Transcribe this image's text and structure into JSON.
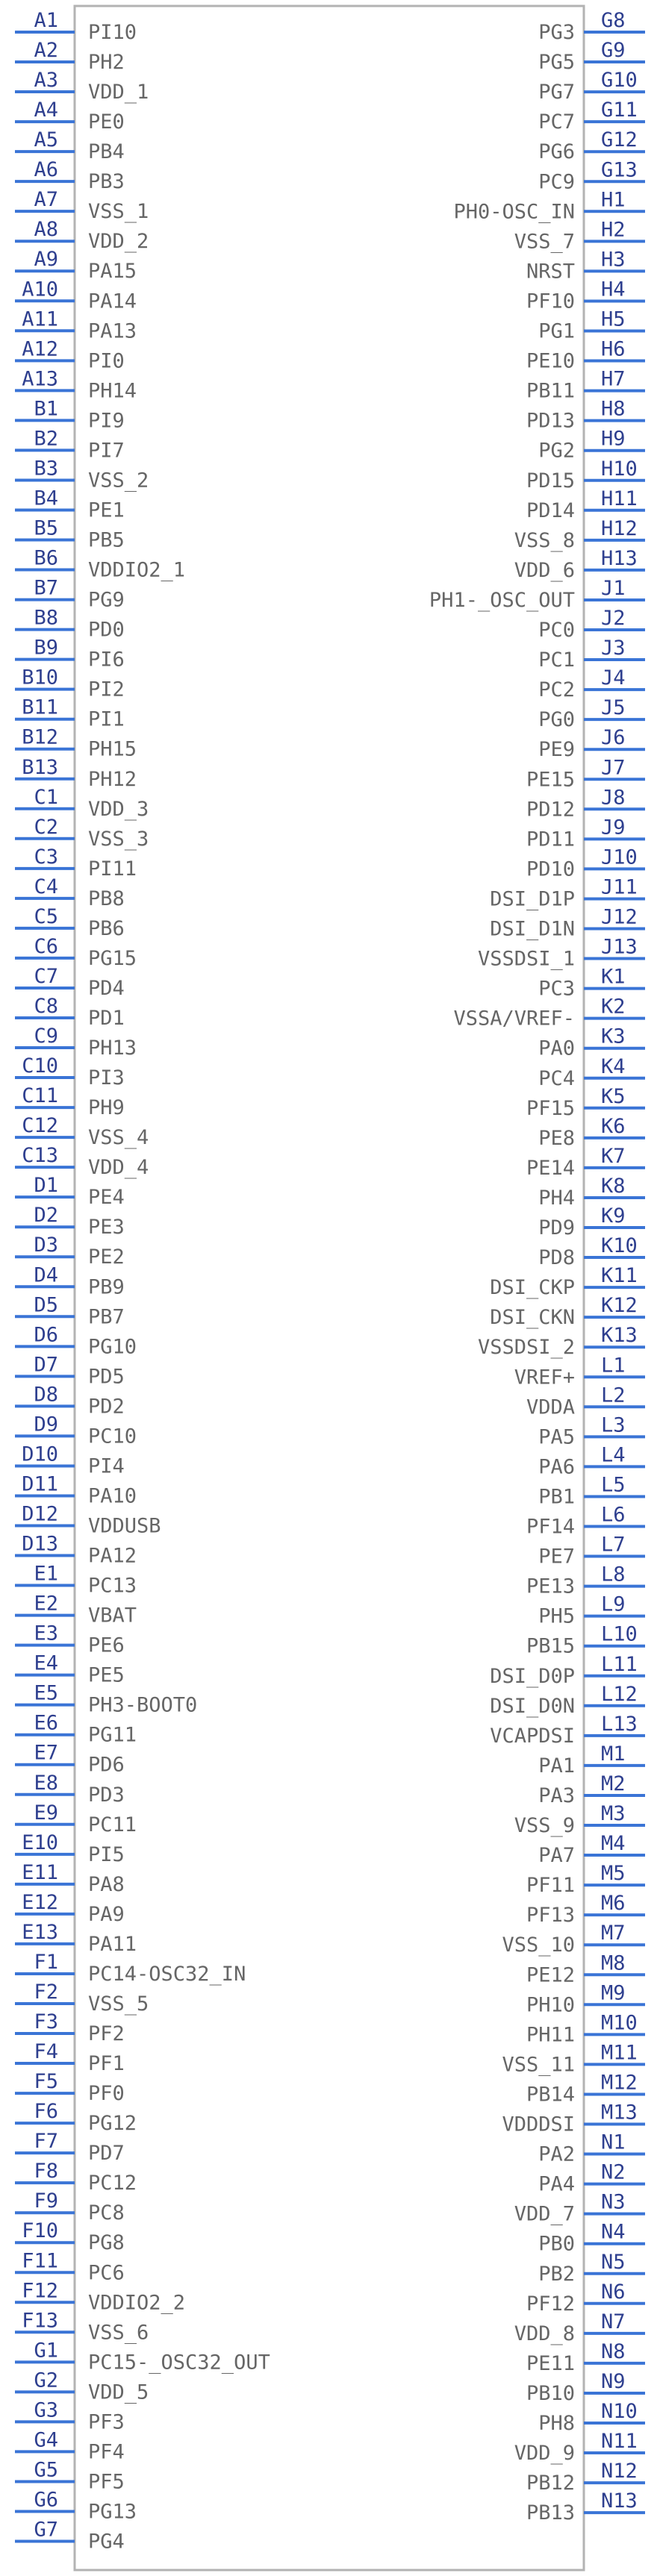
{
  "left_pins": [
    {
      "num": "A1",
      "label": "PI10"
    },
    {
      "num": "A2",
      "label": "PH2"
    },
    {
      "num": "A3",
      "label": "VDD_1"
    },
    {
      "num": "A4",
      "label": "PE0"
    },
    {
      "num": "A5",
      "label": "PB4"
    },
    {
      "num": "A6",
      "label": "PB3"
    },
    {
      "num": "A7",
      "label": "VSS_1"
    },
    {
      "num": "A8",
      "label": "VDD_2"
    },
    {
      "num": "A9",
      "label": "PA15"
    },
    {
      "num": "A10",
      "label": "PA14"
    },
    {
      "num": "A11",
      "label": "PA13"
    },
    {
      "num": "A12",
      "label": "PI0"
    },
    {
      "num": "A13",
      "label": "PH14"
    },
    {
      "num": "B1",
      "label": "PI9"
    },
    {
      "num": "B2",
      "label": "PI7"
    },
    {
      "num": "B3",
      "label": "VSS_2"
    },
    {
      "num": "B4",
      "label": "PE1"
    },
    {
      "num": "B5",
      "label": "PB5"
    },
    {
      "num": "B6",
      "label": "VDDIO2_1"
    },
    {
      "num": "B7",
      "label": "PG9"
    },
    {
      "num": "B8",
      "label": "PD0"
    },
    {
      "num": "B9",
      "label": "PI6"
    },
    {
      "num": "B10",
      "label": "PI2"
    },
    {
      "num": "B11",
      "label": "PI1"
    },
    {
      "num": "B12",
      "label": "PH15"
    },
    {
      "num": "B13",
      "label": "PH12"
    },
    {
      "num": "C1",
      "label": "VDD_3"
    },
    {
      "num": "C2",
      "label": "VSS_3"
    },
    {
      "num": "C3",
      "label": "PI11"
    },
    {
      "num": "C4",
      "label": "PB8"
    },
    {
      "num": "C5",
      "label": "PB6"
    },
    {
      "num": "C6",
      "label": "PG15"
    },
    {
      "num": "C7",
      "label": "PD4"
    },
    {
      "num": "C8",
      "label": "PD1"
    },
    {
      "num": "C9",
      "label": "PH13"
    },
    {
      "num": "C10",
      "label": "PI3"
    },
    {
      "num": "C11",
      "label": "PH9"
    },
    {
      "num": "C12",
      "label": "VSS_4"
    },
    {
      "num": "C13",
      "label": "VDD_4"
    },
    {
      "num": "D1",
      "label": "PE4"
    },
    {
      "num": "D2",
      "label": "PE3"
    },
    {
      "num": "D3",
      "label": "PE2"
    },
    {
      "num": "D4",
      "label": "PB9"
    },
    {
      "num": "D5",
      "label": "PB7"
    },
    {
      "num": "D6",
      "label": "PG10"
    },
    {
      "num": "D7",
      "label": "PD5"
    },
    {
      "num": "D8",
      "label": "PD2"
    },
    {
      "num": "D9",
      "label": "PC10"
    },
    {
      "num": "D10",
      "label": "PI4"
    },
    {
      "num": "D11",
      "label": "PA10"
    },
    {
      "num": "D12",
      "label": "VDDUSB"
    },
    {
      "num": "D13",
      "label": "PA12"
    },
    {
      "num": "E1",
      "label": "PC13"
    },
    {
      "num": "E2",
      "label": "VBAT"
    },
    {
      "num": "E3",
      "label": "PE6"
    },
    {
      "num": "E4",
      "label": "PE5"
    },
    {
      "num": "E5",
      "label": "PH3-BOOT0"
    },
    {
      "num": "E6",
      "label": "PG11"
    },
    {
      "num": "E7",
      "label": "PD6"
    },
    {
      "num": "E8",
      "label": "PD3"
    },
    {
      "num": "E9",
      "label": "PC11"
    },
    {
      "num": "E10",
      "label": "PI5"
    },
    {
      "num": "E11",
      "label": "PA8"
    },
    {
      "num": "E12",
      "label": "PA9"
    },
    {
      "num": "E13",
      "label": "PA11"
    },
    {
      "num": "F1",
      "label": "PC14-OSC32_IN"
    },
    {
      "num": "F2",
      "label": "VSS_5"
    },
    {
      "num": "F3",
      "label": "PF2"
    },
    {
      "num": "F4",
      "label": "PF1"
    },
    {
      "num": "F5",
      "label": "PF0"
    },
    {
      "num": "F6",
      "label": "PG12"
    },
    {
      "num": "F7",
      "label": "PD7"
    },
    {
      "num": "F8",
      "label": "PC12"
    },
    {
      "num": "F9",
      "label": "PC8"
    },
    {
      "num": "F10",
      "label": "PG8"
    },
    {
      "num": "F11",
      "label": "PC6"
    },
    {
      "num": "F12",
      "label": "VDDIO2_2"
    },
    {
      "num": "F13",
      "label": "VSS_6"
    },
    {
      "num": "G1",
      "label": "PC15-_OSC32_OUT"
    },
    {
      "num": "G2",
      "label": "VDD_5"
    },
    {
      "num": "G3",
      "label": "PF3"
    },
    {
      "num": "G4",
      "label": "PF4"
    },
    {
      "num": "G5",
      "label": "PF5"
    },
    {
      "num": "G6",
      "label": "PG13"
    },
    {
      "num": "G7",
      "label": "PG4"
    }
  ],
  "right_pins": [
    {
      "num": "G8",
      "label": "PG3"
    },
    {
      "num": "G9",
      "label": "PG5"
    },
    {
      "num": "G10",
      "label": "PG7"
    },
    {
      "num": "G11",
      "label": "PC7"
    },
    {
      "num": "G12",
      "label": "PG6"
    },
    {
      "num": "G13",
      "label": "PC9"
    },
    {
      "num": "H1",
      "label": "PH0-OSC_IN"
    },
    {
      "num": "H2",
      "label": "VSS_7"
    },
    {
      "num": "H3",
      "label": "NRST"
    },
    {
      "num": "H4",
      "label": "PF10"
    },
    {
      "num": "H5",
      "label": "PG1"
    },
    {
      "num": "H6",
      "label": "PE10"
    },
    {
      "num": "H7",
      "label": "PB11"
    },
    {
      "num": "H8",
      "label": "PD13"
    },
    {
      "num": "H9",
      "label": "PG2"
    },
    {
      "num": "H10",
      "label": "PD15"
    },
    {
      "num": "H11",
      "label": "PD14"
    },
    {
      "num": "H12",
      "label": "VSS_8"
    },
    {
      "num": "H13",
      "label": "VDD_6"
    },
    {
      "num": "J1",
      "label": "PH1-_OSC_OUT"
    },
    {
      "num": "J2",
      "label": "PC0"
    },
    {
      "num": "J3",
      "label": "PC1"
    },
    {
      "num": "J4",
      "label": "PC2"
    },
    {
      "num": "J5",
      "label": "PG0"
    },
    {
      "num": "J6",
      "label": "PE9"
    },
    {
      "num": "J7",
      "label": "PE15"
    },
    {
      "num": "J8",
      "label": "PD12"
    },
    {
      "num": "J9",
      "label": "PD11"
    },
    {
      "num": "J10",
      "label": "PD10"
    },
    {
      "num": "J11",
      "label": "DSI_D1P"
    },
    {
      "num": "J12",
      "label": "DSI_D1N"
    },
    {
      "num": "J13",
      "label": "VSSDSI_1"
    },
    {
      "num": "K1",
      "label": "PC3"
    },
    {
      "num": "K2",
      "label": "VSSA/VREF-"
    },
    {
      "num": "K3",
      "label": "PA0"
    },
    {
      "num": "K4",
      "label": "PC4"
    },
    {
      "num": "K5",
      "label": "PF15"
    },
    {
      "num": "K6",
      "label": "PE8"
    },
    {
      "num": "K7",
      "label": "PE14"
    },
    {
      "num": "K8",
      "label": "PH4"
    },
    {
      "num": "K9",
      "label": "PD9"
    },
    {
      "num": "K10",
      "label": "PD8"
    },
    {
      "num": "K11",
      "label": "DSI_CKP"
    },
    {
      "num": "K12",
      "label": "DSI_CKN"
    },
    {
      "num": "K13",
      "label": "VSSDSI_2"
    },
    {
      "num": "L1",
      "label": "VREF+"
    },
    {
      "num": "L2",
      "label": "VDDA"
    },
    {
      "num": "L3",
      "label": "PA5"
    },
    {
      "num": "L4",
      "label": "PA6"
    },
    {
      "num": "L5",
      "label": "PB1"
    },
    {
      "num": "L6",
      "label": "PF14"
    },
    {
      "num": "L7",
      "label": "PE7"
    },
    {
      "num": "L8",
      "label": "PE13"
    },
    {
      "num": "L9",
      "label": "PH5"
    },
    {
      "num": "L10",
      "label": "PB15"
    },
    {
      "num": "L11",
      "label": "DSI_D0P"
    },
    {
      "num": "L12",
      "label": "DSI_D0N"
    },
    {
      "num": "L13",
      "label": "VCAPDSI"
    },
    {
      "num": "M1",
      "label": "PA1"
    },
    {
      "num": "M2",
      "label": "PA3"
    },
    {
      "num": "M3",
      "label": "VSS_9"
    },
    {
      "num": "M4",
      "label": "PA7"
    },
    {
      "num": "M5",
      "label": "PF11"
    },
    {
      "num": "M6",
      "label": "PF13"
    },
    {
      "num": "M7",
      "label": "VSS_10"
    },
    {
      "num": "M8",
      "label": "PE12"
    },
    {
      "num": "M9",
      "label": "PH10"
    },
    {
      "num": "M10",
      "label": "PH11"
    },
    {
      "num": "M11",
      "label": "VSS_11"
    },
    {
      "num": "M12",
      "label": "PB14"
    },
    {
      "num": "M13",
      "label": "VDDDSI"
    },
    {
      "num": "N1",
      "label": "PA2"
    },
    {
      "num": "N2",
      "label": "PA4"
    },
    {
      "num": "N3",
      "label": "VDD_7"
    },
    {
      "num": "N4",
      "label": "PB0"
    },
    {
      "num": "N5",
      "label": "PB2"
    },
    {
      "num": "N6",
      "label": "PF12"
    },
    {
      "num": "N7",
      "label": "VDD_8"
    },
    {
      "num": "N8",
      "label": "PE11"
    },
    {
      "num": "N9",
      "label": "PB10"
    },
    {
      "num": "N10",
      "label": "PH8"
    },
    {
      "num": "N11",
      "label": "VDD_9"
    },
    {
      "num": "N12",
      "label": "PB12"
    },
    {
      "num": "N13",
      "label": "PB13"
    }
  ],
  "colors": {
    "pin_line": "#3a74d6",
    "pin_number": "#2e3f8f",
    "pin_label": "#666666",
    "body_outline": "#b3b3b3"
  }
}
